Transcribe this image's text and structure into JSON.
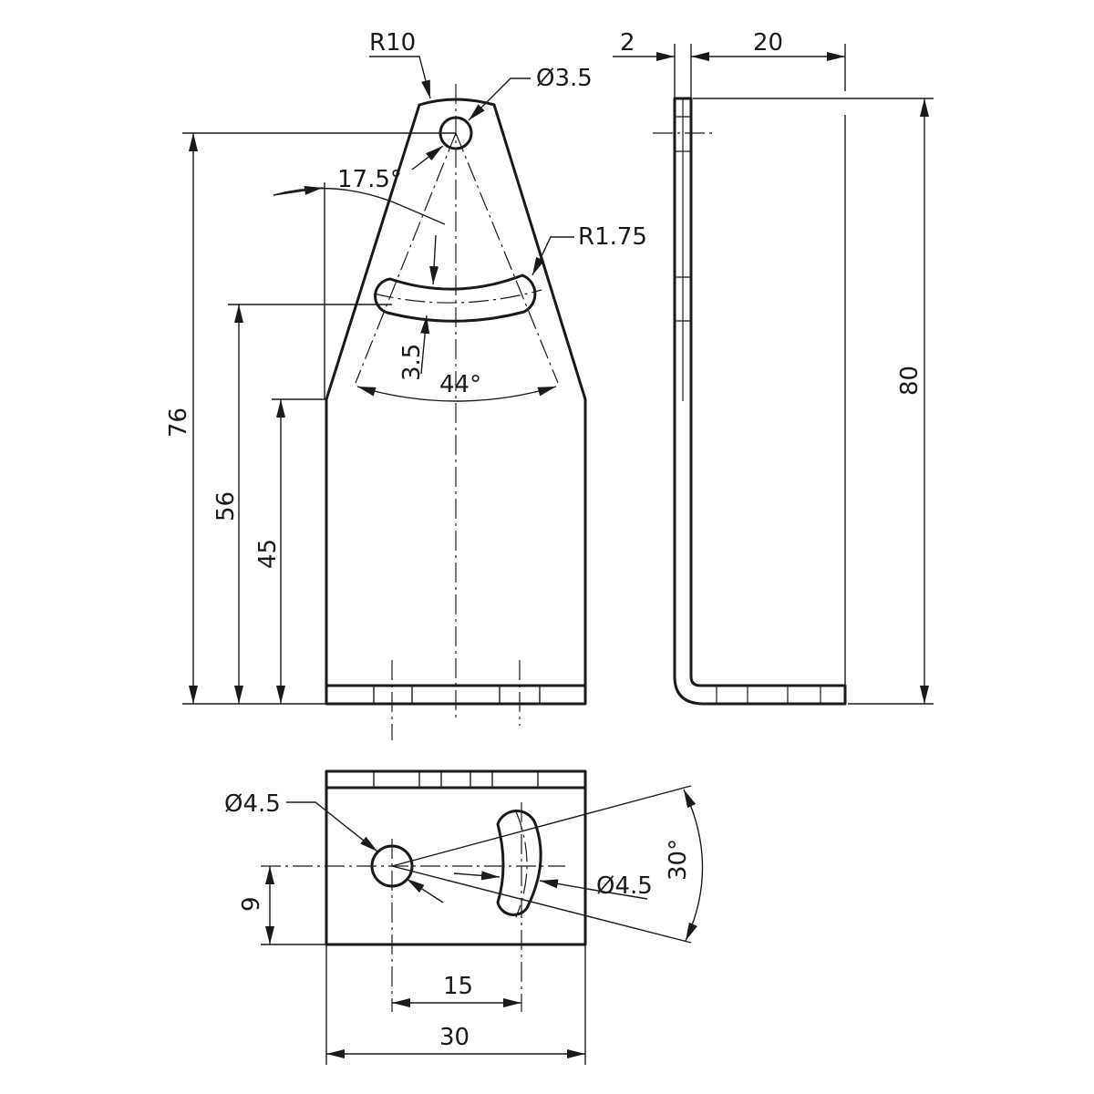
{
  "labels": {
    "r10": "R10",
    "hole_top_dia": "Ø3.5",
    "angle_small": "17.5°",
    "slot_radius": "R1.75",
    "slot_width": "3.5",
    "angle_big": "44°",
    "height_76": "76",
    "height_56": "56",
    "height_45": "45",
    "thickness_2": "2",
    "depth_20": "20",
    "height_80": "80",
    "hole_base_dia": "Ø4.5",
    "slot_base_width": "Ø4.5",
    "angle_30": "30°",
    "offset_9": "9",
    "spacing_15": "15",
    "width_30": "30"
  }
}
